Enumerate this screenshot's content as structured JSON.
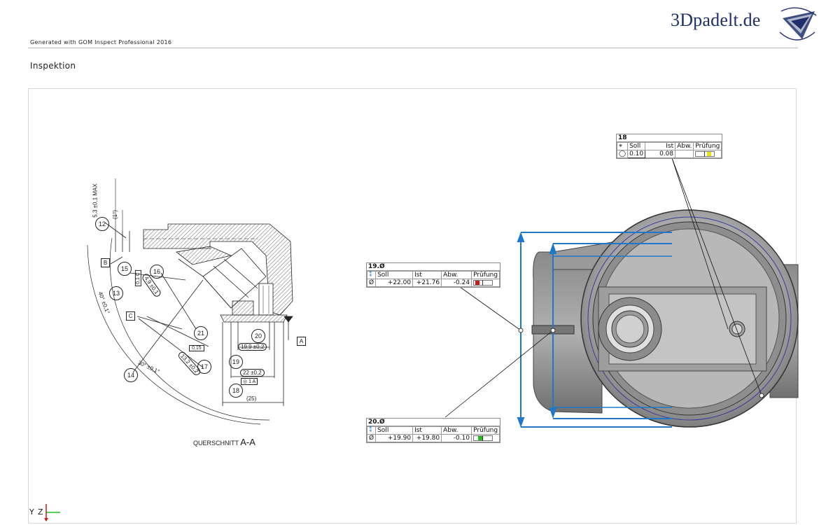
{
  "header": {
    "generated_by": "Generated with GOM Inspect Professional 2016",
    "logo_text": "3Dpadelt.de",
    "brand_color": "#1f2f6b"
  },
  "page": {
    "title": "Inspektion"
  },
  "drawing": {
    "section_label": "QUERSCHNITT",
    "section_name": "A-A",
    "balloons": [
      "12",
      "13",
      "14",
      "15",
      "16",
      "17",
      "18",
      "19",
      "20",
      "21"
    ],
    "datum_labels": [
      "A",
      "B",
      "C"
    ],
    "dimensions": {
      "d_5_3": "5,3 ±0,1  MAX",
      "d_1deg": "(1°)",
      "d_4_9": "4,9 ±0,1",
      "d_40deg": "40° ±0,1°",
      "d_13_2": "13,2 ±0,2",
      "d_19_9": "19,9 ±0,2",
      "d_22": "22 ±0,2",
      "d_25": "(25)",
      "d_30deg": "30° ±0,1°",
      "tol_015": "0,15",
      "tol_01": "0,1",
      "tol_1a": "1",
      "tol_1a_ref": "A",
      "tol_c": "C"
    }
  },
  "callouts": {
    "c18": {
      "id": "18",
      "headers": [
        "Soll",
        "Ist",
        "Abw.",
        "Prüfung"
      ],
      "soll": "0.10",
      "ist": "0.08",
      "abw": "",
      "status_color": "#e8e020",
      "pos_fraction": 0.8
    },
    "c19": {
      "id": "19.Ø",
      "headers": [
        "Soll",
        "Ist",
        "Abw.",
        "Prüfung"
      ],
      "symbol": "Ø",
      "soll": "+22.00",
      "ist": "+21.76",
      "abw": "-0.24",
      "status_color": "#d01818",
      "pos_fraction": 0.12
    },
    "c20": {
      "id": "20.Ø",
      "headers": [
        "Soll",
        "Ist",
        "Abw.",
        "Prüfung"
      ],
      "symbol": "Ø",
      "soll": "+19.90",
      "ist": "+19.80",
      "abw": "-0.10",
      "status_color": "#20c020",
      "pos_fraction": 0.3
    }
  },
  "axes": {
    "y_label": "Y",
    "z_label": "Z"
  },
  "colors": {
    "measure_blue": "#1f78c8",
    "part_gray": "#8c8c8c"
  }
}
